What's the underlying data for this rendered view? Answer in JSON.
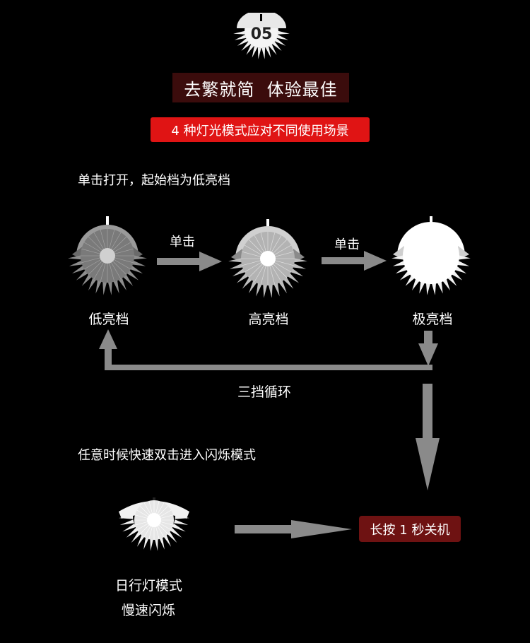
{
  "badge": {
    "number": "05"
  },
  "title": "去繁就简  体验最佳",
  "subtitle": "4 种灯光模式应对不同使用场景",
  "note_power_on": "单击打开，起始档为低亮档",
  "modes": [
    {
      "label": "低亮档",
      "level": "low"
    },
    {
      "label": "高亮档",
      "level": "high"
    },
    {
      "label": "极亮档",
      "level": "max"
    }
  ],
  "click_labels": [
    "单击",
    "单击"
  ],
  "cycle_label": "三挡循环",
  "note_flash": "任意时候快速双击进入闪烁模式",
  "drl_mode": {
    "label": "日行灯模式",
    "sub": "慢速闪烁"
  },
  "power_off": "长按 1 秒关机",
  "colors": {
    "background": "#000000",
    "title_bg": "#3b0c0c",
    "subtitle_bg": "#e01414",
    "power_off_bg": "#6e1212",
    "arrow": "#8a8a8a"
  }
}
